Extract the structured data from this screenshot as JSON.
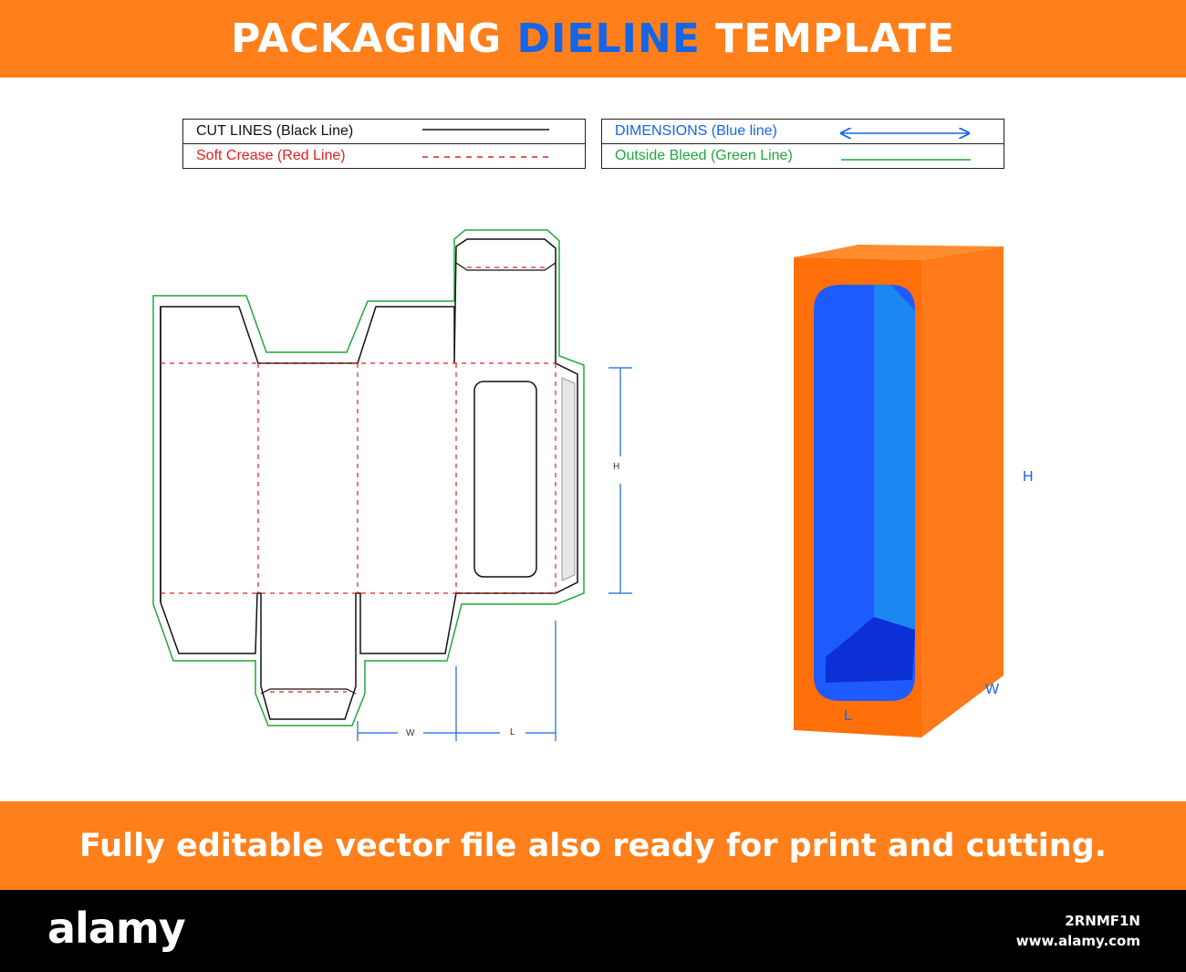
{
  "header": {
    "title_part1": "PACKAGING ",
    "title_accent": "DIELINE",
    "title_part2": " TEMPLATE"
  },
  "legend": {
    "cut_lines": "CUT LINES (Black Line)",
    "soft_crease": "Soft Crease (Red Line)",
    "dimensions": "DIMENSIONS (Blue line)",
    "outside_bleed": "Outside Bleed (Green Line)"
  },
  "dieline": {
    "height_label": "H",
    "width_label": "W",
    "length_label": "L"
  },
  "box_3d": {
    "height_label": "H",
    "width_label": "W",
    "length_label": "L"
  },
  "footer": {
    "text": "Fully editable vector file also ready for print and cutting."
  },
  "watermark": {
    "brand": "alamy",
    "image_id": "2RNMF1N",
    "site": "www.alamy.com"
  },
  "colors": {
    "accent_orange": "#ff7f1a",
    "accent_blue": "#1565e6",
    "cut": "#111111",
    "crease": "#e0201e",
    "bleed": "#1fa83a"
  }
}
